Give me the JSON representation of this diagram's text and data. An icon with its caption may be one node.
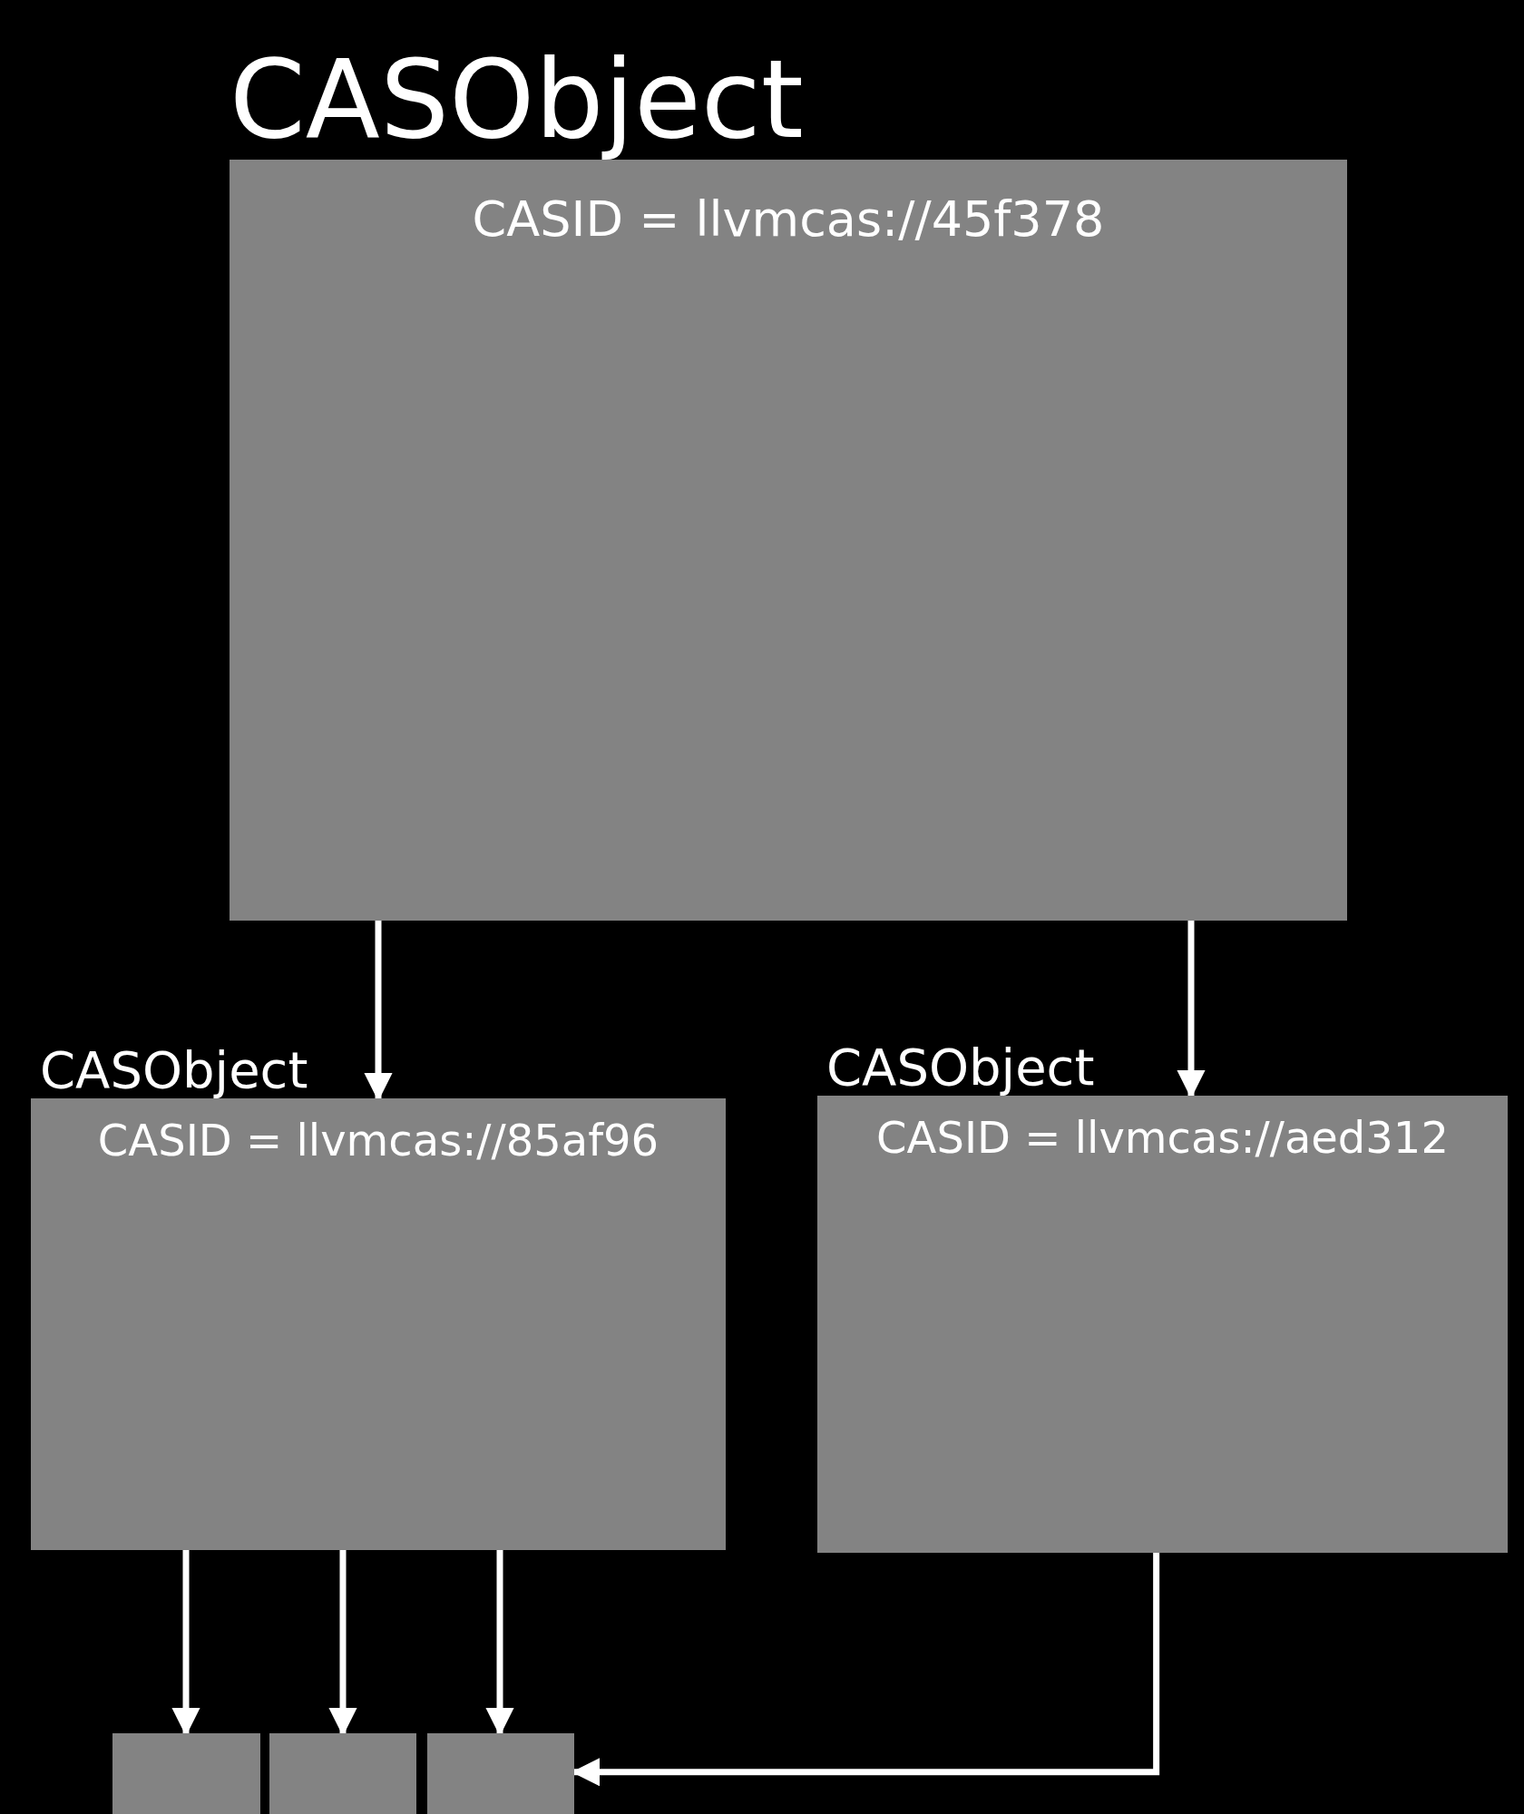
{
  "diagram": {
    "nodes": [
      {
        "text": [
          "CASObject",
          "CASID = llvmcas://45f378"
        ]
      },
      {
        "text": [
          "CASObject",
          "CASID = llvmcas://85af96"
        ]
      },
      {
        "text": [
          "CASObject",
          "CASID = llvmcas://aed312"
        ]
      },
      {
        "text": [],
        "shape": "box"
      },
      {
        "text": [],
        "shape": "box"
      },
      {
        "text": [],
        "shape": "box"
      }
    ],
    "edges": [
      {
        "from": 0,
        "to": 1,
        "arrow": "to"
      },
      {
        "from": 0,
        "to": 2,
        "arrow": "to"
      },
      {
        "from": 1,
        "to": 3,
        "arrow": "to"
      },
      {
        "from": 1,
        "to": 4,
        "arrow": "to"
      },
      {
        "from": 1,
        "to": 5,
        "arrow": "to"
      },
      {
        "from": 2,
        "to": 5,
        "arrow": "to"
      }
    ]
  }
}
